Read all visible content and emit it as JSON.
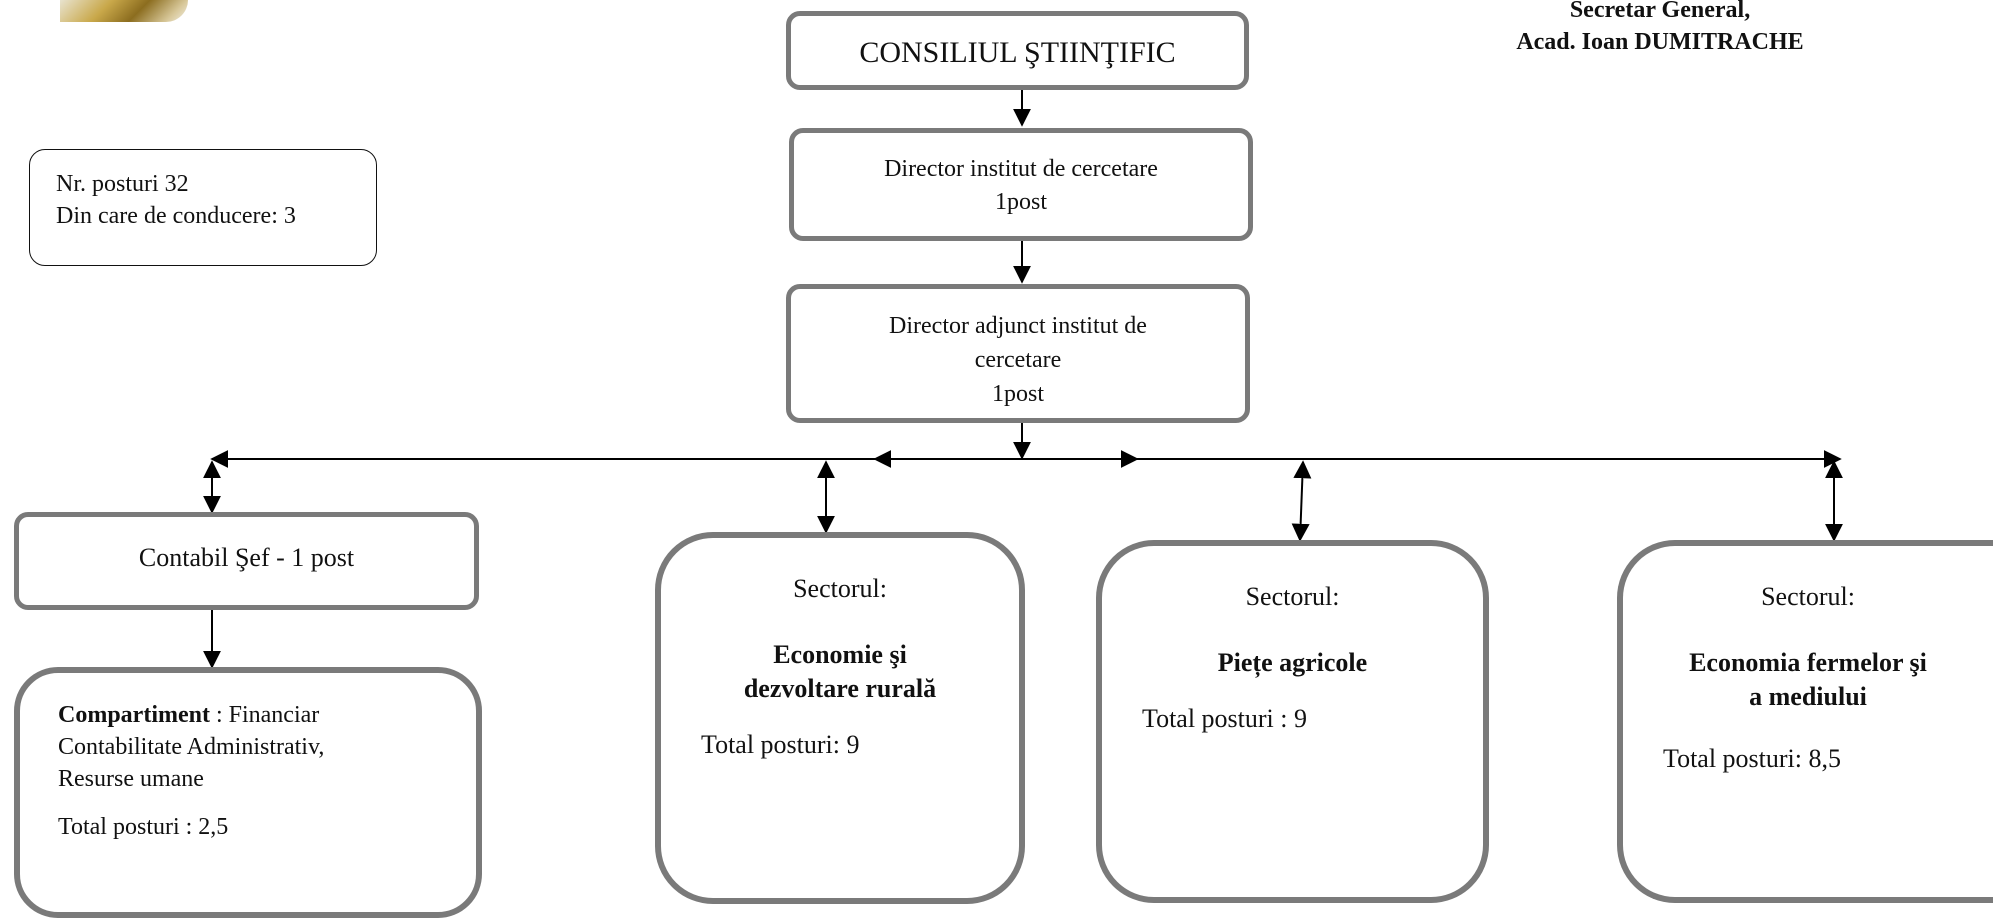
{
  "header": {
    "secretary_title": "Secretar General,",
    "secretary_name": "Acad. Ioan DUMITRACHE"
  },
  "summary": {
    "line1": "Nr. posturi 32",
    "line2": "Din care de conducere: 3"
  },
  "council": {
    "label": "CONSILIUL ŞTIINŢIFIC"
  },
  "director": {
    "line1": "Director institut de cercetare",
    "line2": "1post"
  },
  "deputy": {
    "line1": "Director adjunct institut de",
    "line2": "cercetare",
    "line3": "1post"
  },
  "chief_accountant": {
    "label": "Contabil  Şef  - 1 post"
  },
  "compartment": {
    "label_bold": "Compartiment",
    "label_rest": " : Financiar",
    "line2": "Contabilitate Administrativ,",
    "line3": "Resurse umane",
    "total": "Total  posturi : 2,5"
  },
  "sectors": [
    {
      "prefix": "Sectorul:",
      "name_line1": "Economie şi",
      "name_line2": "dezvoltare rurală",
      "total": "Total posturi: 9"
    },
    {
      "prefix": "Sectorul:",
      "name_line1": "Piețe agricole",
      "name_line2": "",
      "total": "Total posturi : 9"
    },
    {
      "prefix": "Sectorul:",
      "name_line1": "Economia fermelor şi",
      "name_line2": "a mediului",
      "total": "Total posturi: 8,5"
    }
  ]
}
